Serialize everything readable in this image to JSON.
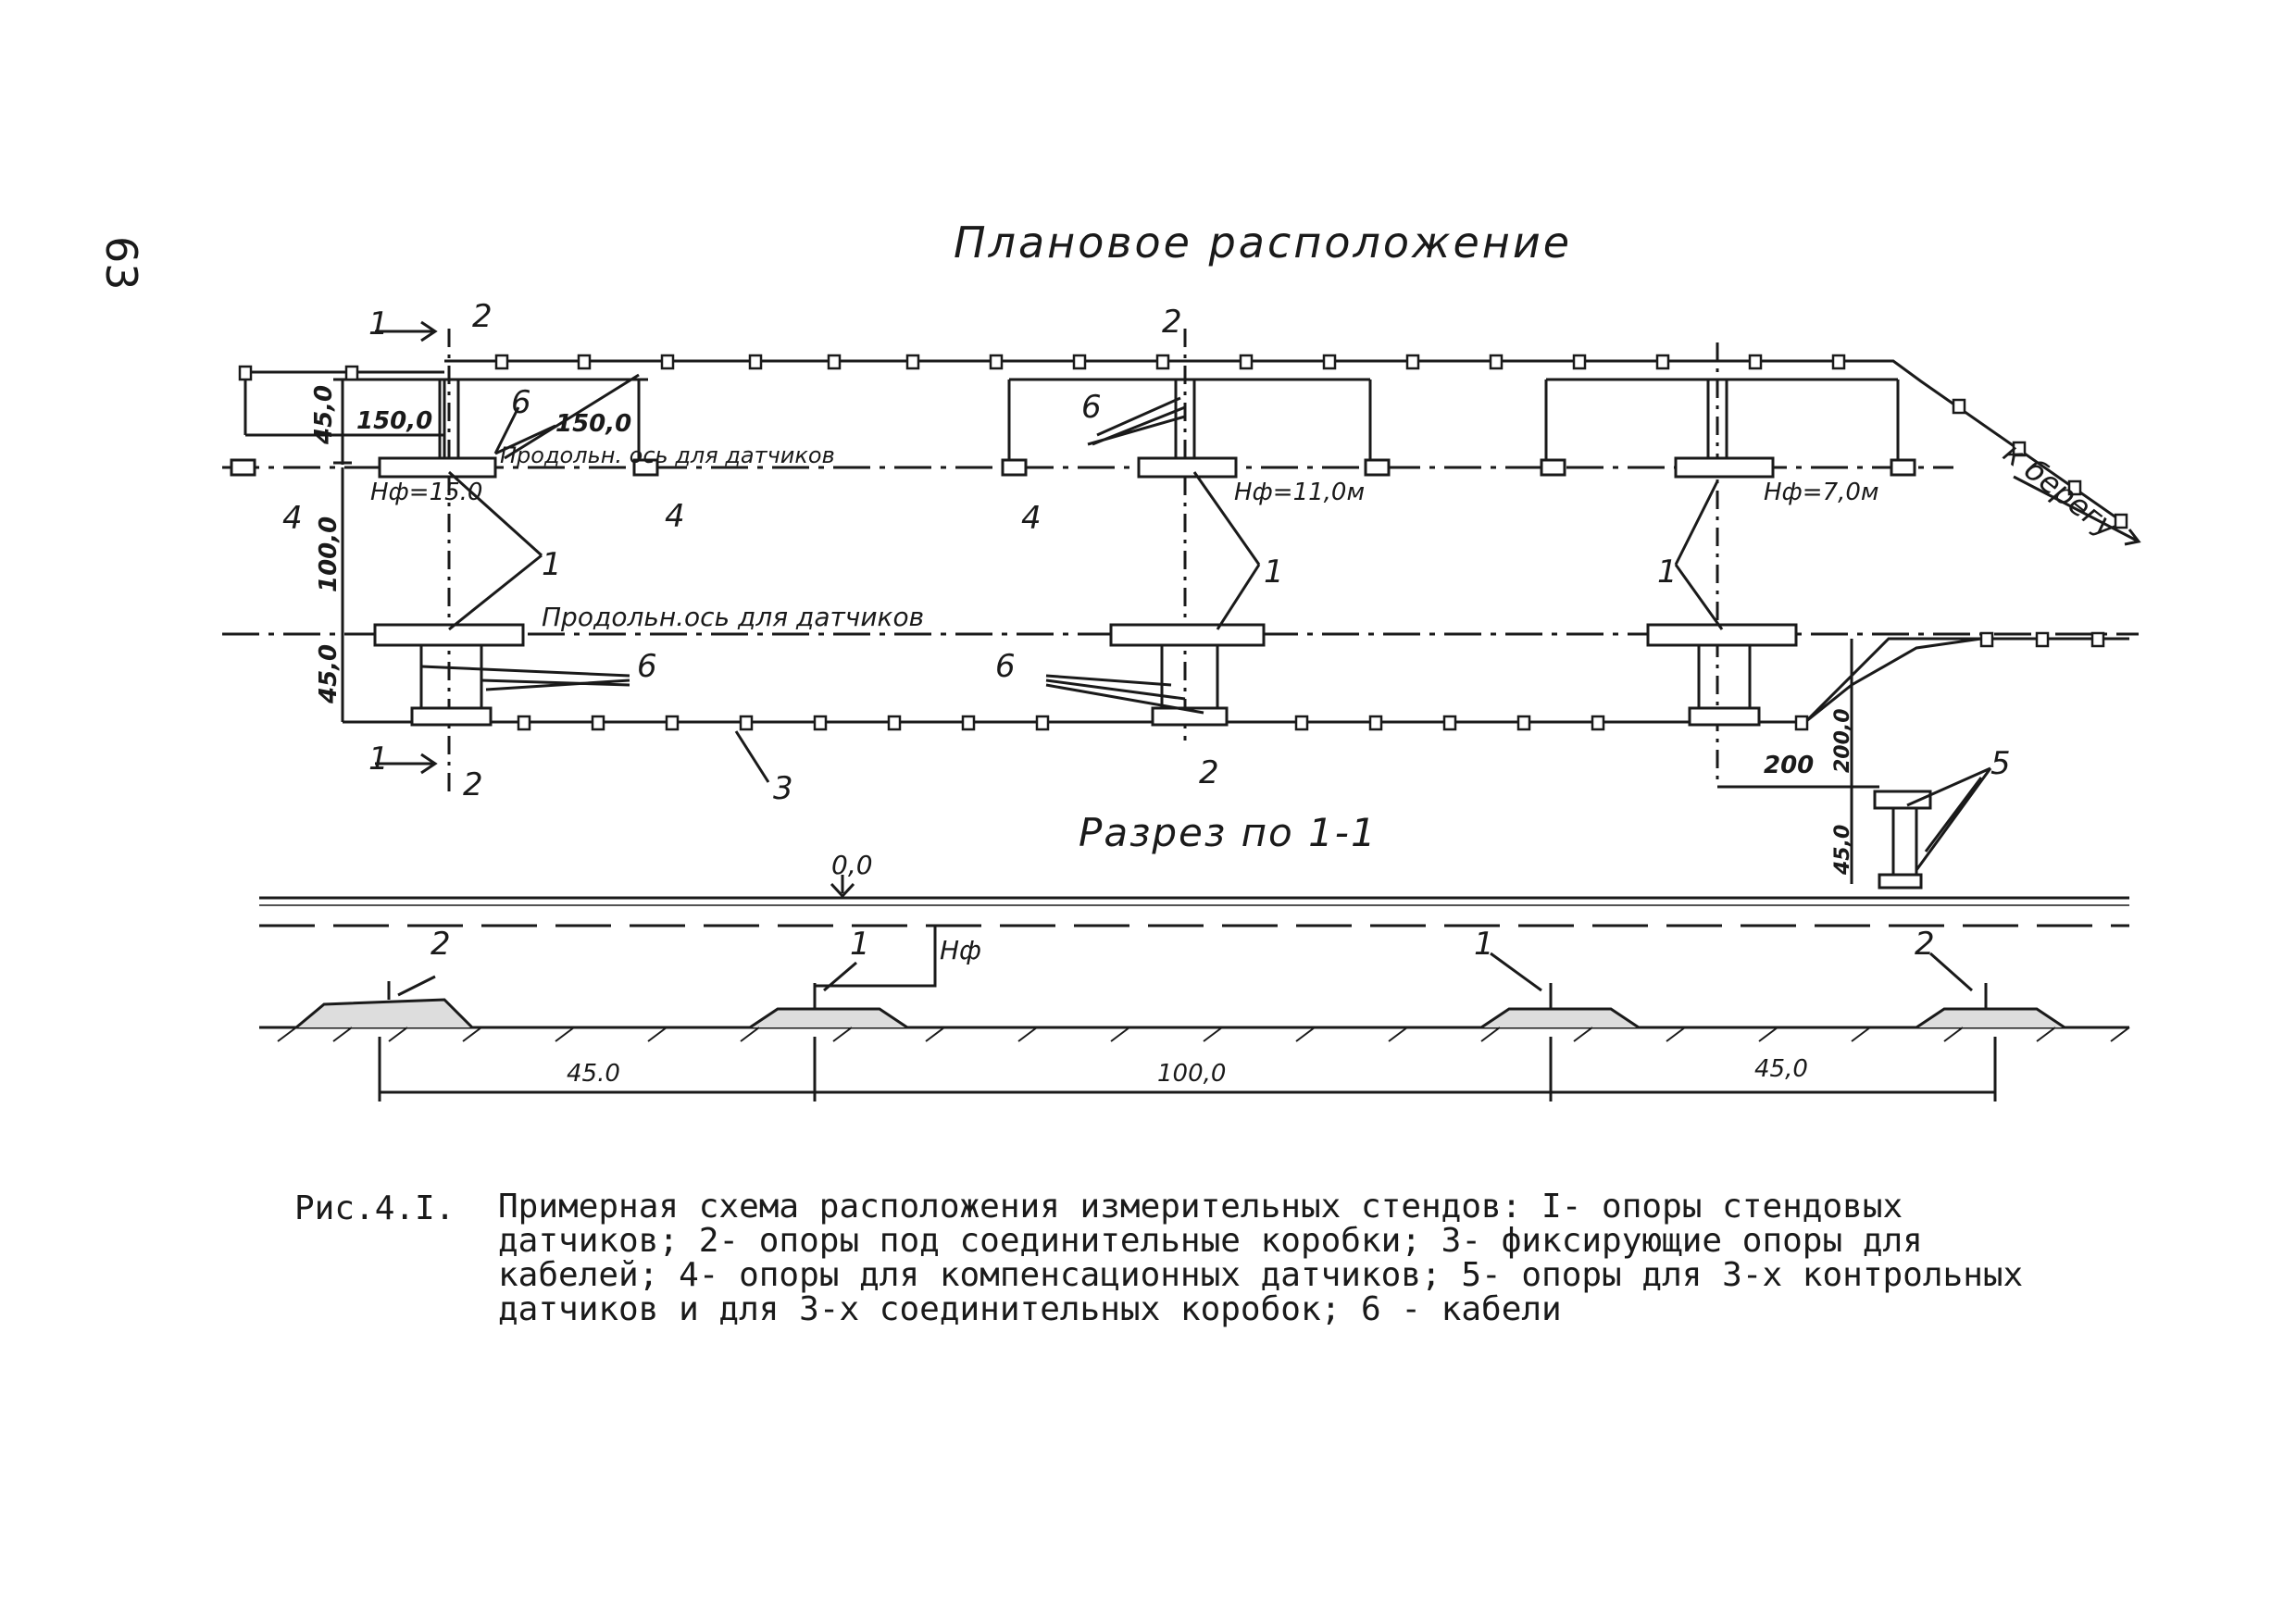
{
  "page": {
    "number": "63"
  },
  "plan": {
    "title": "Плановое расположение",
    "section_marks": [
      "1",
      "1"
    ],
    "axis_label_top": "Продольн. ось для датчиков",
    "axis_label_bottom": "Продольн.ось для датчиков",
    "to_shore": "к берегу",
    "depths": [
      "Hф=15.0",
      "Hф=11,0м",
      "Hф=7,0м"
    ],
    "dims": {
      "d45_top": "45,0",
      "d150_left": "150,0",
      "d150_right": "150,0",
      "d100": "100,0",
      "d45_bottom": "45,0",
      "d200_h": "200",
      "d200_v": "200,0",
      "d45_right": "45,0"
    },
    "callouts": {
      "c1a": "1",
      "c1b": "1",
      "c1c": "1",
      "c2a": "2",
      "c2b": "2",
      "c2c": "2",
      "c2d": "2",
      "c3": "3",
      "c4a": "4",
      "c4b": "4",
      "c4c": "4",
      "c5": "5",
      "c6a": "6",
      "c6b": "6",
      "c6c": "6",
      "c6d": "6"
    }
  },
  "section": {
    "title": "Разрез по 1-1",
    "zero_mark": "0,0",
    "h_label": "Hф",
    "callouts": [
      "2",
      "1",
      "1",
      "2"
    ],
    "dims": [
      "45.0",
      "100,0",
      "45,0"
    ]
  },
  "caption": {
    "label": "Рис.4.I.",
    "text": "Примерная схема расположения измерительных стендов: I- опоры стендовых датчиков; 2- опоры под соединительные коробки; 3- фиксирующие опоры для кабелей; 4- опоры для компенсационных датчиков; 5- опоры для 3-х контрольных датчиков и для 3-х соединительных коробок; 6 - кабели"
  }
}
